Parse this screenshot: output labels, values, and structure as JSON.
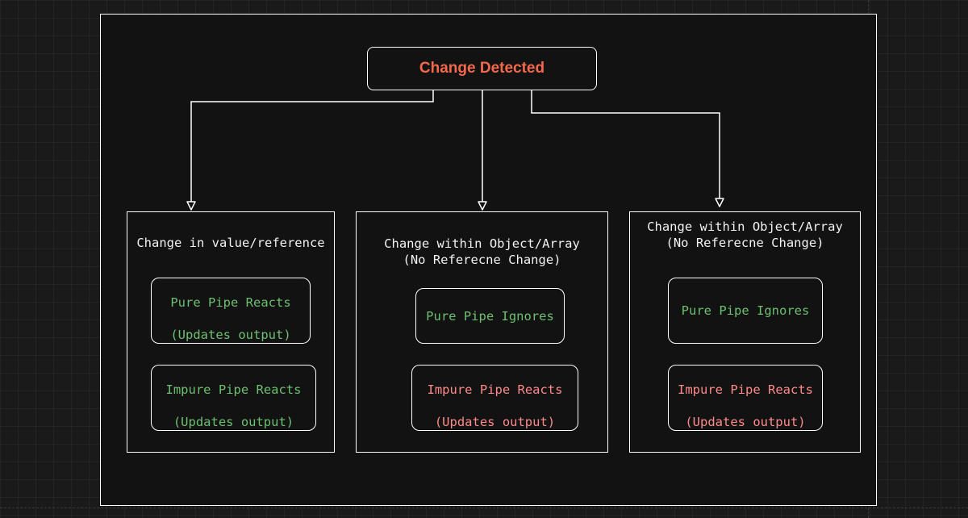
{
  "colors": {
    "accent": "#f4694a",
    "green": "#6cc070",
    "pink": "#ff8a8a",
    "stroke": "#ffffff",
    "text": "#f2f2f2"
  },
  "root": {
    "label": "Change Detected"
  },
  "columns": [
    {
      "title": "Change in value/reference",
      "pure": {
        "line1": "Pure Pipe Reacts",
        "line2": "(Updates output)",
        "tone": "green"
      },
      "impure": {
        "line1": "Impure Pipe Reacts",
        "line2": "(Updates output)",
        "tone": "green"
      }
    },
    {
      "title": "Change within Object/Array\n(No Referecne Change)",
      "pure": {
        "line1": "Pure Pipe Ignores",
        "line2": "",
        "tone": "green"
      },
      "impure": {
        "line1": "Impure Pipe Reacts",
        "line2": "(Updates output)",
        "tone": "pink"
      }
    },
    {
      "title": "Change within Object/Array\n(No Referecne Change)",
      "pure": {
        "line1": "Pure Pipe Ignores",
        "line2": "",
        "tone": "green"
      },
      "impure": {
        "line1": "Impure Pipe Reacts",
        "line2": "(Updates output)",
        "tone": "pink"
      }
    }
  ]
}
